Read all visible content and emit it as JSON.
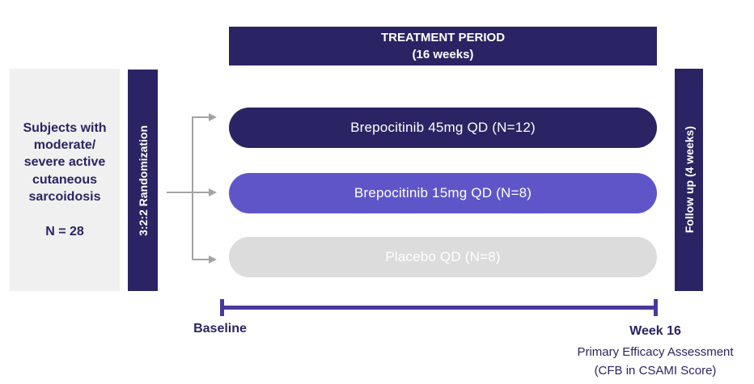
{
  "header": {
    "title": "TREATMENT PERIOD",
    "subtitle": "(16 weeks)"
  },
  "population_box": {
    "description": "Subjects with moderate/ severe active cutaneous sarcoidosis",
    "count": "N = 28"
  },
  "randomization": {
    "label": "3:2:2 Randomization"
  },
  "arms": [
    {
      "label": "Brepocitinib 45mg QD (N=12)",
      "color": "#2A2464",
      "text_color": "#FFFFFF"
    },
    {
      "label": "Brepocitinib 15mg QD (N=8)",
      "color": "#5E56C8",
      "text_color": "#FFFFFF"
    },
    {
      "label": "Placebo QD (N=8)",
      "color": "#DCDCDC",
      "text_color": "#FFFFFF"
    }
  ],
  "followup": {
    "label": "Follow up (4 weeks)"
  },
  "timeline": {
    "start_label": "Baseline",
    "end_label": "Week 16",
    "end_note_line1": "Primary Efficacy Assessment",
    "end_note_line2": "(CFB in CSAMI Score)"
  },
  "colors": {
    "navy": "#2A2464",
    "purple": "#5E56C8",
    "pill_gray": "#DCDCDC",
    "box_gray": "#F0F0F0",
    "timeline_purple": "#4B389B",
    "arrow_gray": "#A3A3A3"
  }
}
